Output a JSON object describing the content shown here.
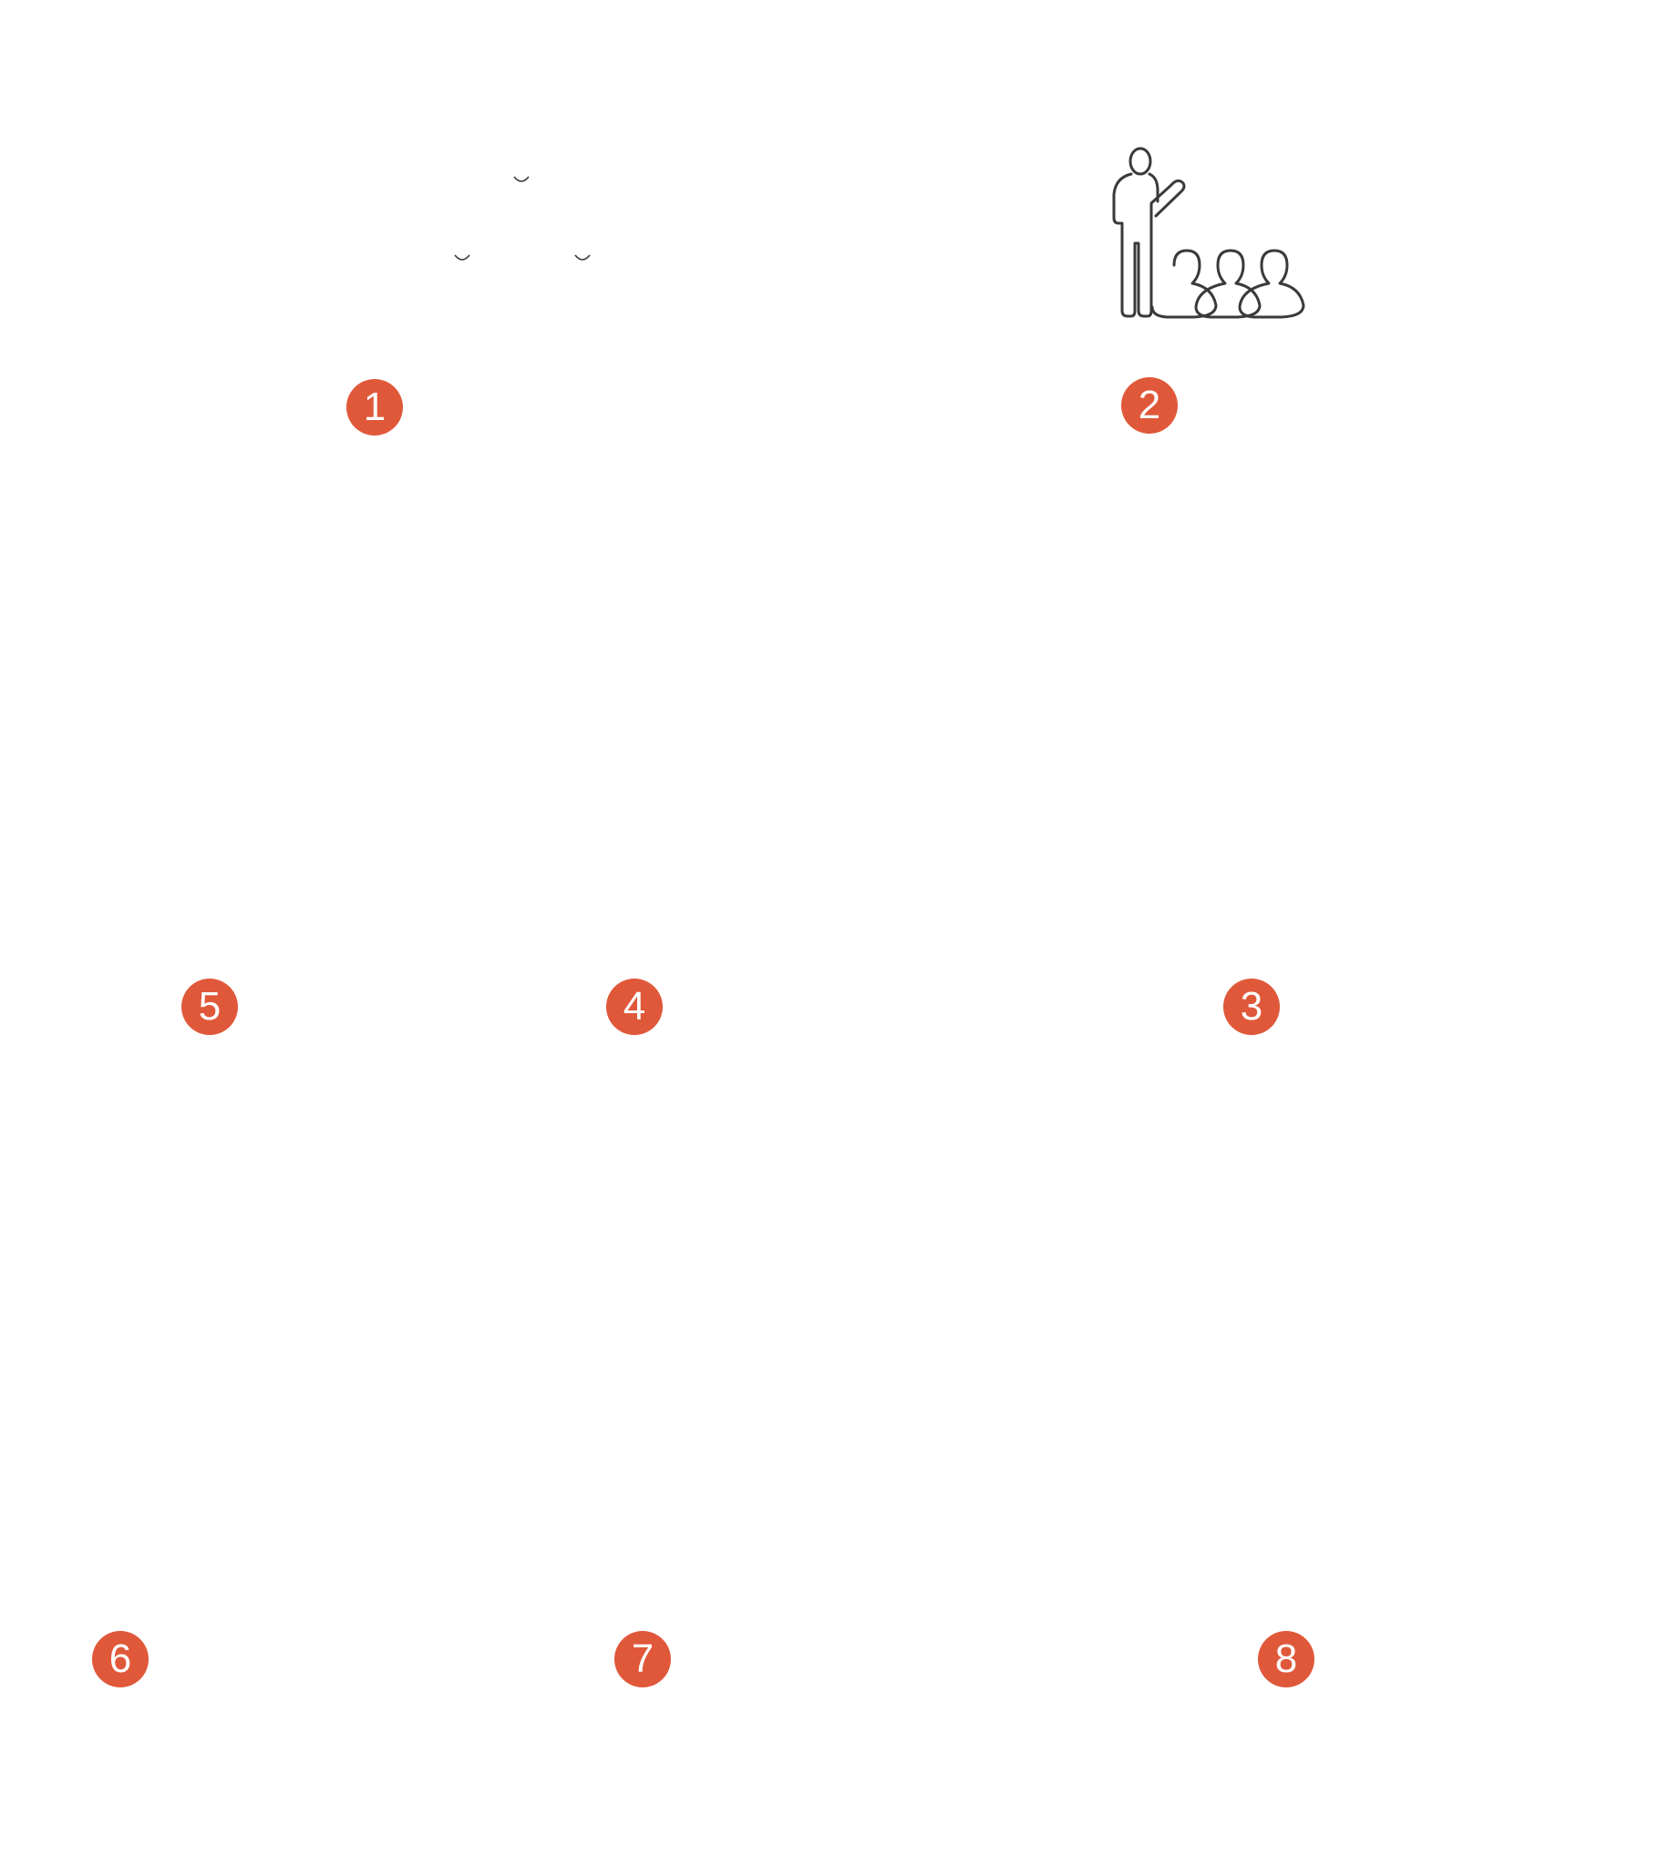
{
  "accent_color": "#E0583A",
  "icon_stroke_color": "#3a3a3a",
  "steps": [
    {
      "label": "1",
      "icon": "group-smiles-icon"
    },
    {
      "label": "2",
      "icon": "presenter-audience-icon"
    },
    {
      "label": "3",
      "icon": ""
    },
    {
      "label": "4",
      "icon": ""
    },
    {
      "label": "5",
      "icon": ""
    },
    {
      "label": "6",
      "icon": ""
    },
    {
      "label": "7",
      "icon": ""
    },
    {
      "label": "8",
      "icon": ""
    }
  ]
}
